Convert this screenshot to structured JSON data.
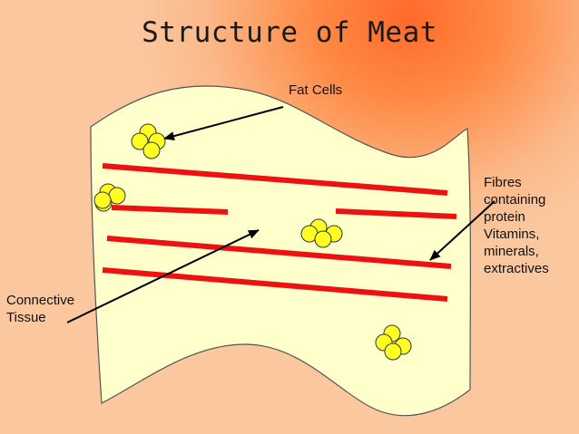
{
  "title": "Structure of Meat",
  "labels": {
    "fat_cells": "Fat Cells",
    "fibres": [
      "Fibres",
      "containing",
      "protein",
      "Vitamins,",
      "minerals,",
      "extractives"
    ],
    "connective": [
      "Connective",
      "Tissue"
    ]
  },
  "colors": {
    "background": "#fbc39a",
    "background_glow": "#ff6a2a",
    "meat": "#ffffcc",
    "fibre": "#ee1111",
    "fat_cell": "#ffff22",
    "arrow": "#000000"
  }
}
